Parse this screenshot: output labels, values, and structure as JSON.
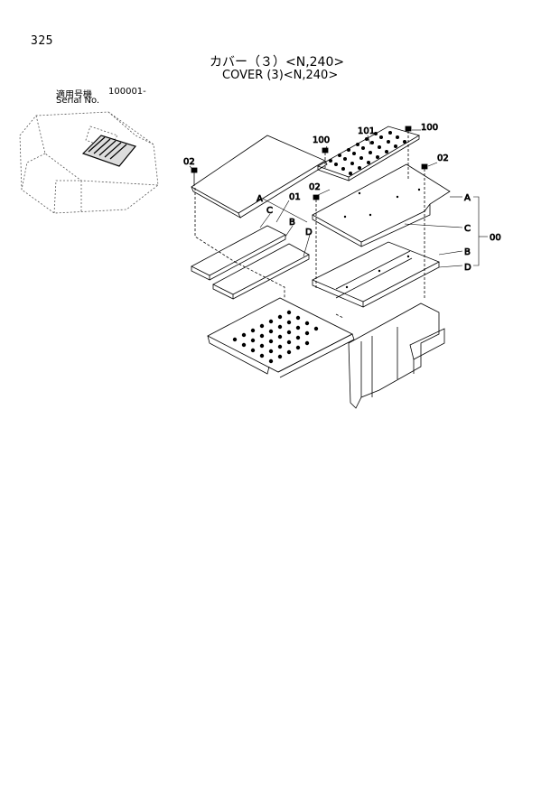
{
  "page": {
    "number": "325",
    "title_jp": "カバー（３）<N,240>",
    "title_en": "COVER (3)<N,240>"
  },
  "serial": {
    "label_jp": "適用号機",
    "value": "100001-",
    "label_en": "Serial No."
  },
  "callouts": {
    "c02_left": "02",
    "c02_mid": "02",
    "c02_right": "02",
    "c100_left": "100",
    "c100_right": "100",
    "c101": "101",
    "c01": "01",
    "c00": "00",
    "a_left": "A",
    "a_right": "A",
    "b_left": "B",
    "b_right": "B",
    "c_left": "C",
    "c_right": "C",
    "d_left": "D",
    "d_right": "D"
  }
}
